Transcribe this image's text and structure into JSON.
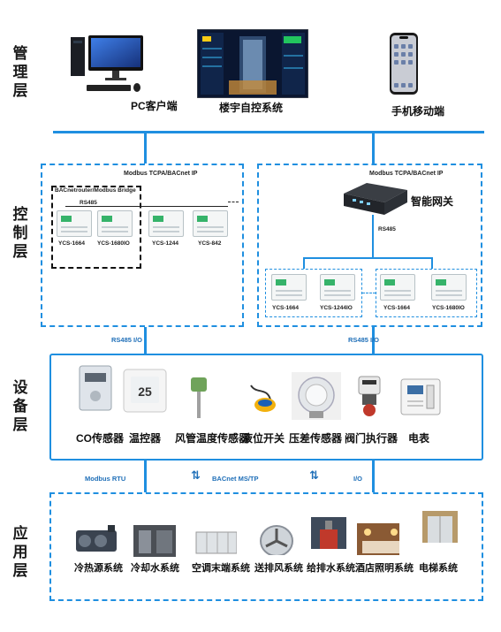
{
  "layers": {
    "management": "管理层",
    "control": "控制层",
    "device": "设备层",
    "application": "应用层"
  },
  "management": {
    "pc": "PC客户端",
    "bas": "楼宇自控系统",
    "mobile": "手机移动端"
  },
  "control": {
    "left_protocol": "Modbus TCPA/BACnet IP",
    "right_protocol": "Modbus TCPA/BACnet IP",
    "bridge": "BACnetrouter/Modbus Bridge",
    "rs485_left": "RS485",
    "rs485_right": "RS485",
    "gateway": "智能网关",
    "left_controllers": [
      "YCS-1664",
      "YCS-1680IO",
      "YCS-1244",
      "YCS-842"
    ],
    "right_controllers": [
      "YCS-1664",
      "YCS-1244IO",
      "YCS-1664",
      "YCS-1680IO"
    ],
    "link_left": "RS485  I/O",
    "link_right": "RS485  I/O"
  },
  "devices": [
    "CO传感器",
    "温控器",
    "风管温度传感器",
    "液位开关",
    "压差传感器",
    "阀门执行器",
    "电表"
  ],
  "thermostat_reading": "25",
  "bottom_protocols": [
    "Modbus RTU",
    "BACnet MS/TP",
    "I/O"
  ],
  "applications": [
    "冷热源系统",
    "冷却水系统",
    "空调末端系统",
    "送排风系统",
    "给排水系统",
    "酒店照明系统",
    "电梯系统"
  ],
  "colors": {
    "accent": "#1f8fe0",
    "label": "#1f6fb8"
  }
}
